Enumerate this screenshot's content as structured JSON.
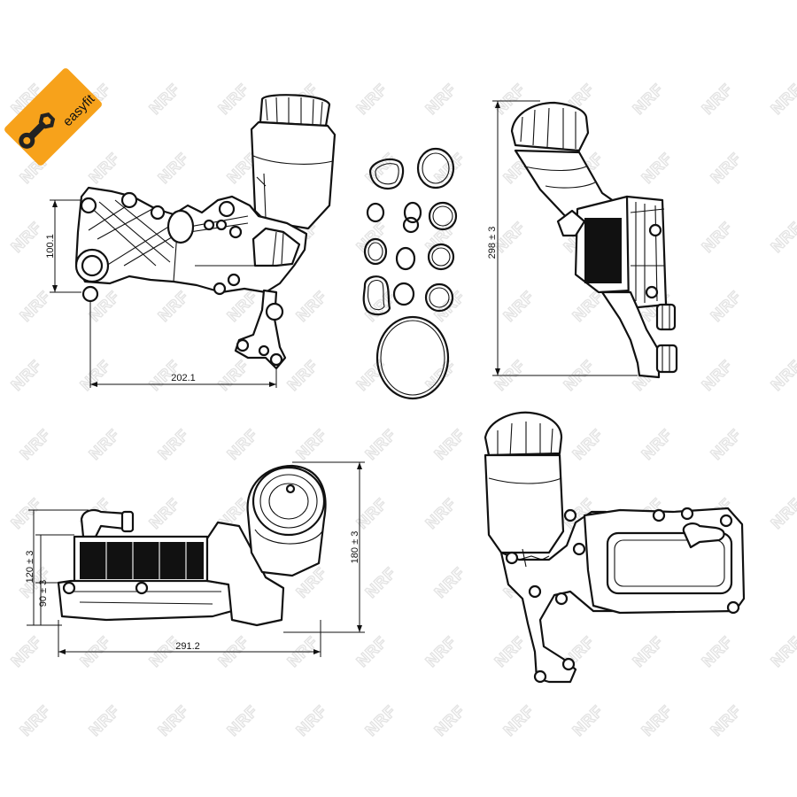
{
  "badge": {
    "text": "easyfit",
    "color": "#f7a21b"
  },
  "watermark": {
    "text": "NRF"
  },
  "dimensions": {
    "top_left_height": "100.1",
    "top_left_width": "202.1",
    "top_right_height": "298 ± 3",
    "bottom_left_height_a": "120 ± 3",
    "bottom_left_height_b": "90 ± 3",
    "bottom_left_height_total": "180 ± 3",
    "bottom_left_width": "291.2"
  }
}
